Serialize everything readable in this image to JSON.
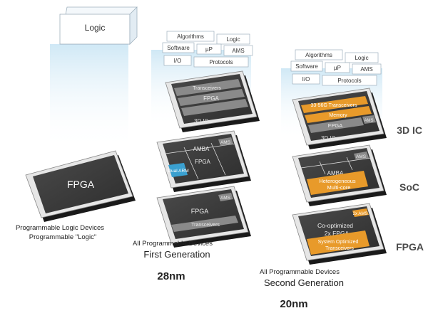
{
  "columns": {
    "programmable": {
      "top_block": "Logic",
      "chip": "FPGA",
      "caption_line1": "Programmable Logic Devices",
      "caption_line2": "Programmable \"Logic\""
    },
    "gen1": {
      "boxes": [
        "Algorithms",
        "Logic",
        "Software",
        "µP",
        "AMS",
        "I/O",
        "Protocols"
      ],
      "ic3d": {
        "bars": [
          "Transceivers",
          "FPGA",
          ""
        ],
        "label": "3D IC"
      },
      "soc": {
        "ams": "AMS",
        "amba": "AMBA",
        "fpga": "FPGA",
        "arm": "Dual ARM"
      },
      "fpga": {
        "ams": "AMS",
        "fpga": "FPGA",
        "bar": "Transceivers"
      },
      "caption_line1": "All Programmable Devices",
      "caption_line2": "First Generation",
      "node": "28nm"
    },
    "gen2": {
      "boxes": [
        "Algorithms",
        "Logic",
        "Software",
        "µP",
        "AMS",
        "I/O",
        "Protocols"
      ],
      "ic3d": {
        "bars": [
          "33-56G Transceivers",
          "Memory",
          "FPGA",
          "AMS"
        ],
        "label": "3D IC"
      },
      "soc": {
        "ams": "AMS",
        "amba": "AMBA",
        "hetero_line1": "Heterogeneous",
        "hetero_line2": "Multi-core"
      },
      "fpga": {
        "ams": "2x AMS",
        "coopt_line1": "Co-optimized",
        "coopt_line2": "2x FPGA",
        "sys_line1": "System Optimized",
        "sys_line2": "Transceivers"
      },
      "caption_line1": "All Programmable Devices",
      "caption_line2": "Second Generation",
      "node": "20nm"
    }
  },
  "side_labels": {
    "ic3d": "3D IC",
    "soc": "SoC",
    "fpga": "FPGA"
  },
  "colors": {
    "chip_dark": "#3a3a3a",
    "chip_frame": "#e6e6e6",
    "bar_gray": "#8a8a8a",
    "orange": "#e89a2a",
    "blue": "#3aa0d0",
    "glow": "#d9eef8"
  }
}
